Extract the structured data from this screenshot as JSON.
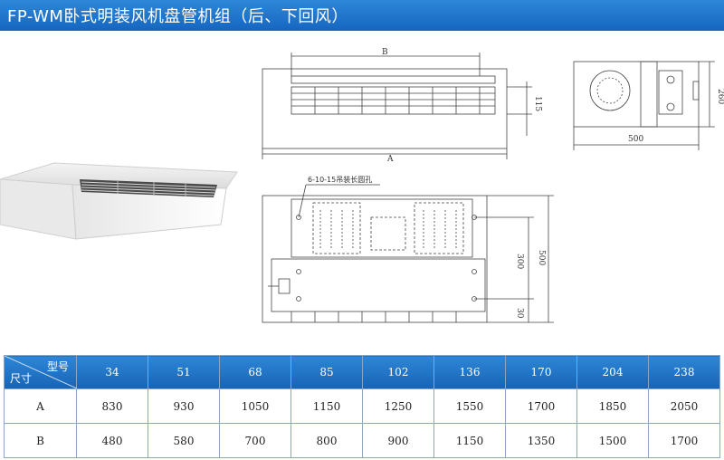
{
  "title": "FP-WM卧式明装风机盘管机组（后、下回风）",
  "drawing": {
    "top_view": {
      "dim_a": "A",
      "dim_b": "B",
      "dim_height": "115"
    },
    "side_view": {
      "dim_width": "500",
      "dim_height": "260"
    },
    "plan_view": {
      "hole_note": "6-10-15吊装长圆孔",
      "dim_inner": "300",
      "dim_outer": "500",
      "dim_bottom": "30"
    }
  },
  "table": {
    "corner_top": "型号",
    "corner_bottom": "尺寸",
    "models": [
      "34",
      "51",
      "68",
      "85",
      "102",
      "136",
      "170",
      "204",
      "238"
    ],
    "rows": [
      {
        "label": "A",
        "values": [
          "830",
          "930",
          "1050",
          "1150",
          "1250",
          "1550",
          "1700",
          "1850",
          "2050"
        ]
      },
      {
        "label": "B",
        "values": [
          "480",
          "580",
          "700",
          "800",
          "900",
          "1150",
          "1350",
          "1500",
          "1700"
        ]
      }
    ]
  }
}
